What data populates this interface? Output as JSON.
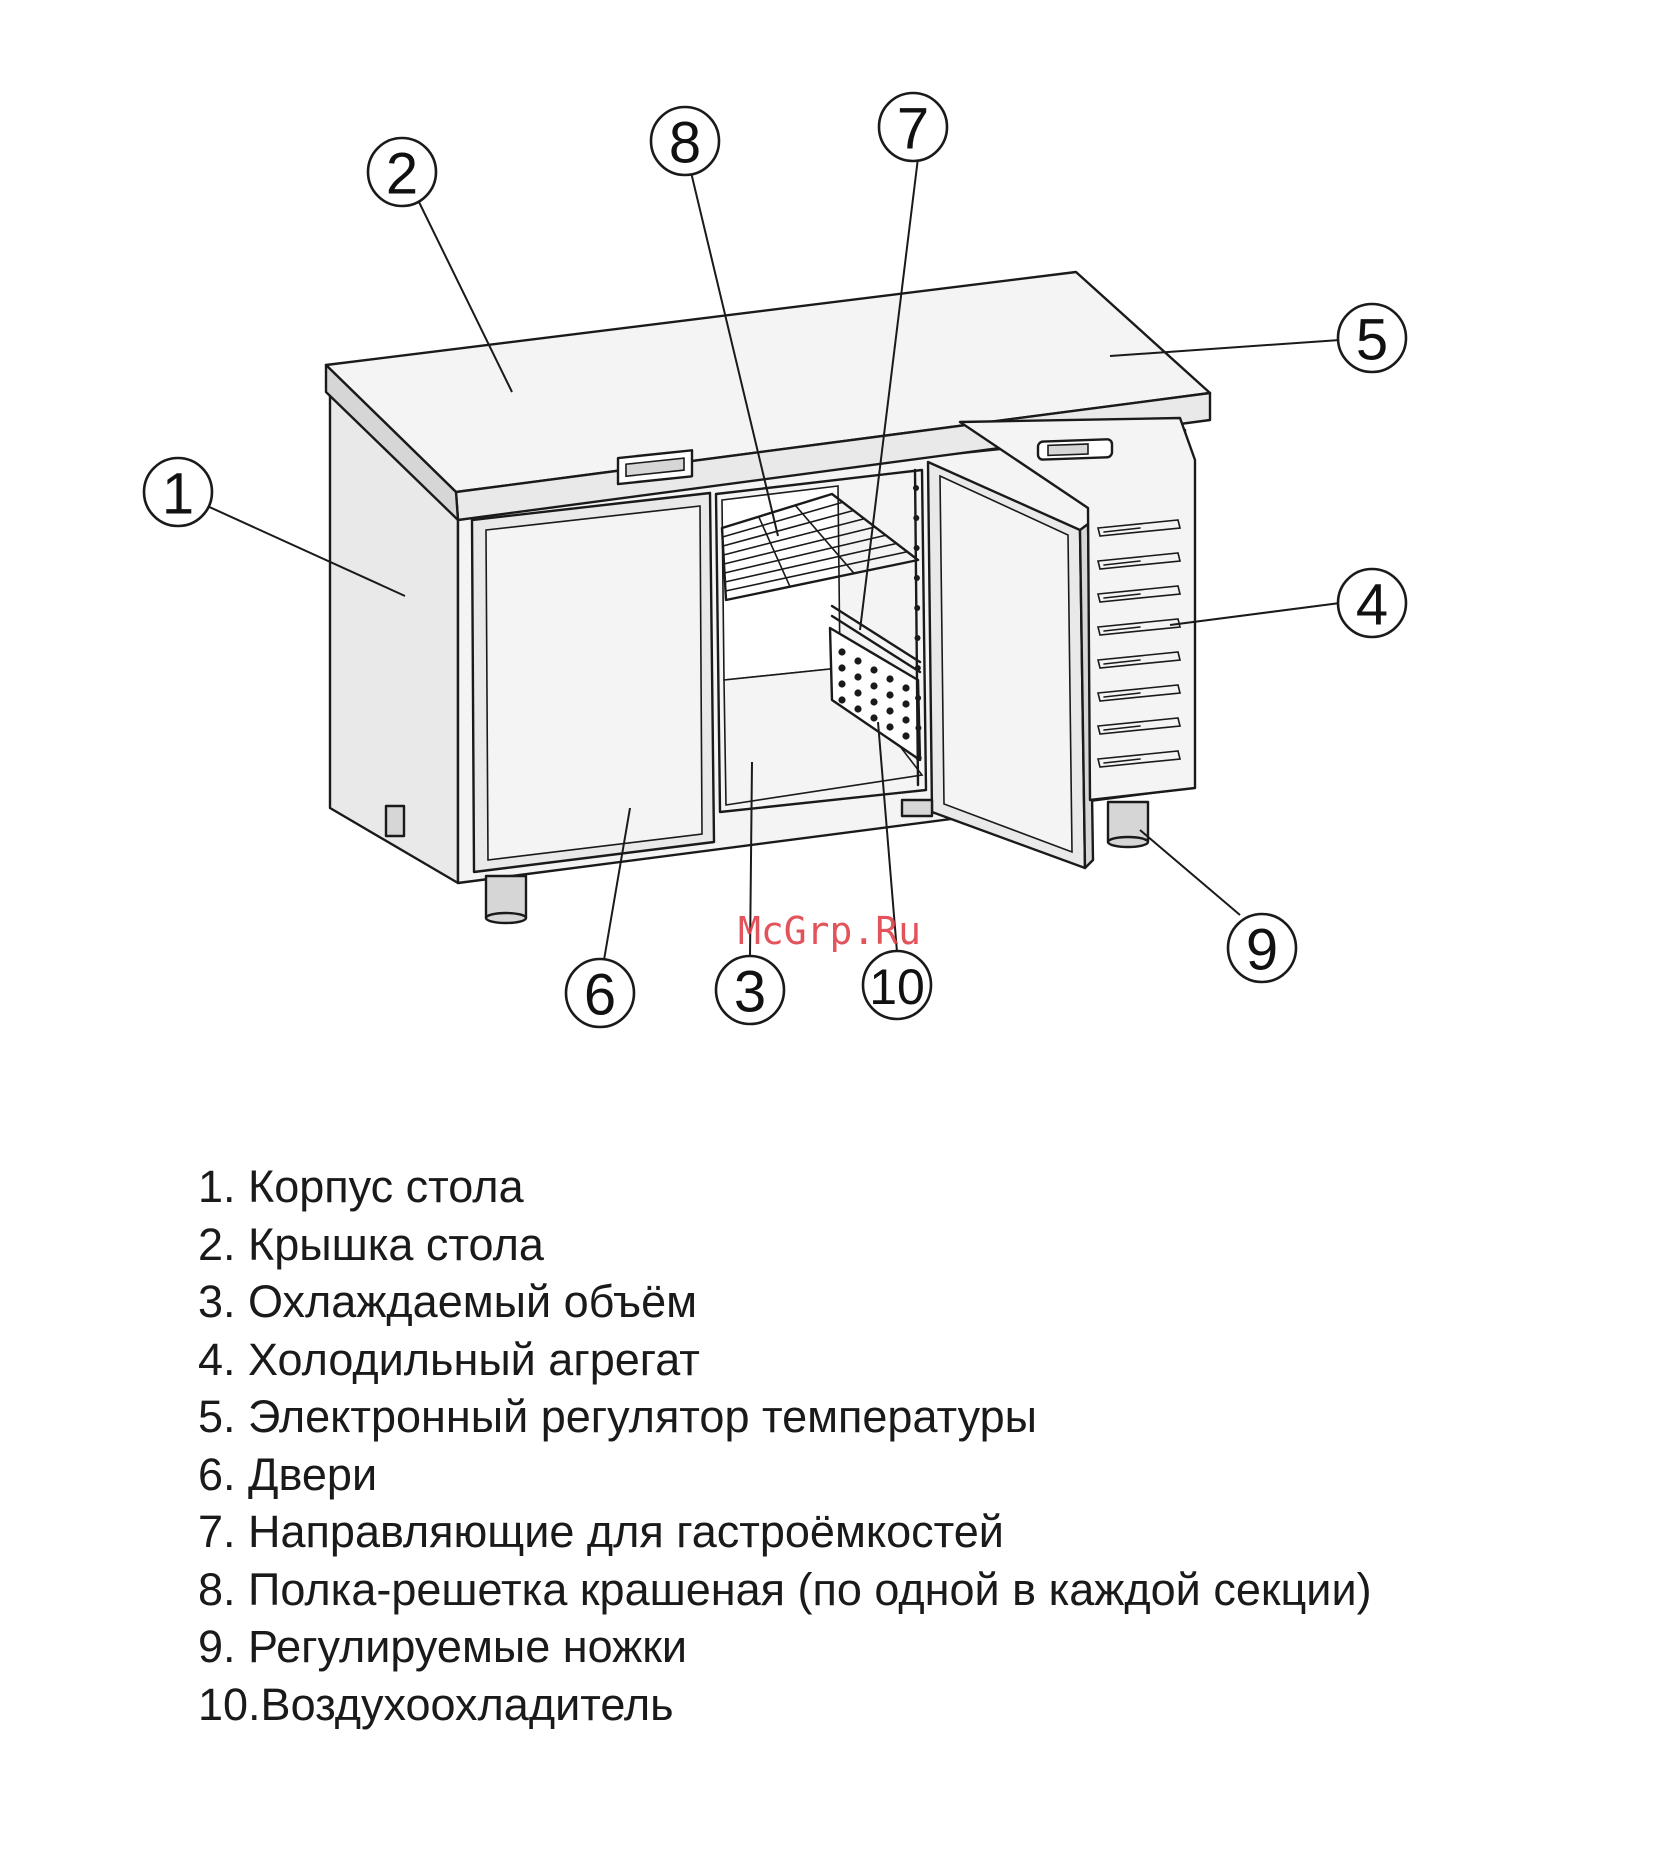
{
  "watermark": "McGrp.Ru",
  "callouts": [
    {
      "id": 1,
      "label": "1"
    },
    {
      "id": 2,
      "label": "2"
    },
    {
      "id": 3,
      "label": "3"
    },
    {
      "id": 4,
      "label": "4"
    },
    {
      "id": 5,
      "label": "5"
    },
    {
      "id": 6,
      "label": "6"
    },
    {
      "id": 7,
      "label": "7"
    },
    {
      "id": 8,
      "label": "8"
    },
    {
      "id": 9,
      "label": "9"
    },
    {
      "id": 10,
      "label": "10"
    }
  ],
  "legend": [
    "1. Корпус стола",
    "2. Крышка стола",
    "3. Охлаждаемый объём",
    "4. Холодильный агрегат",
    "5. Электронный регулятор температуры",
    "6. Двери",
    "7. Направляющие для гастроёмкостей",
    "8. Полка-решетка крашеная (по одной в каждой секции)",
    "9. Регулируемые ножки",
    "10.Воздухоохладитель"
  ]
}
